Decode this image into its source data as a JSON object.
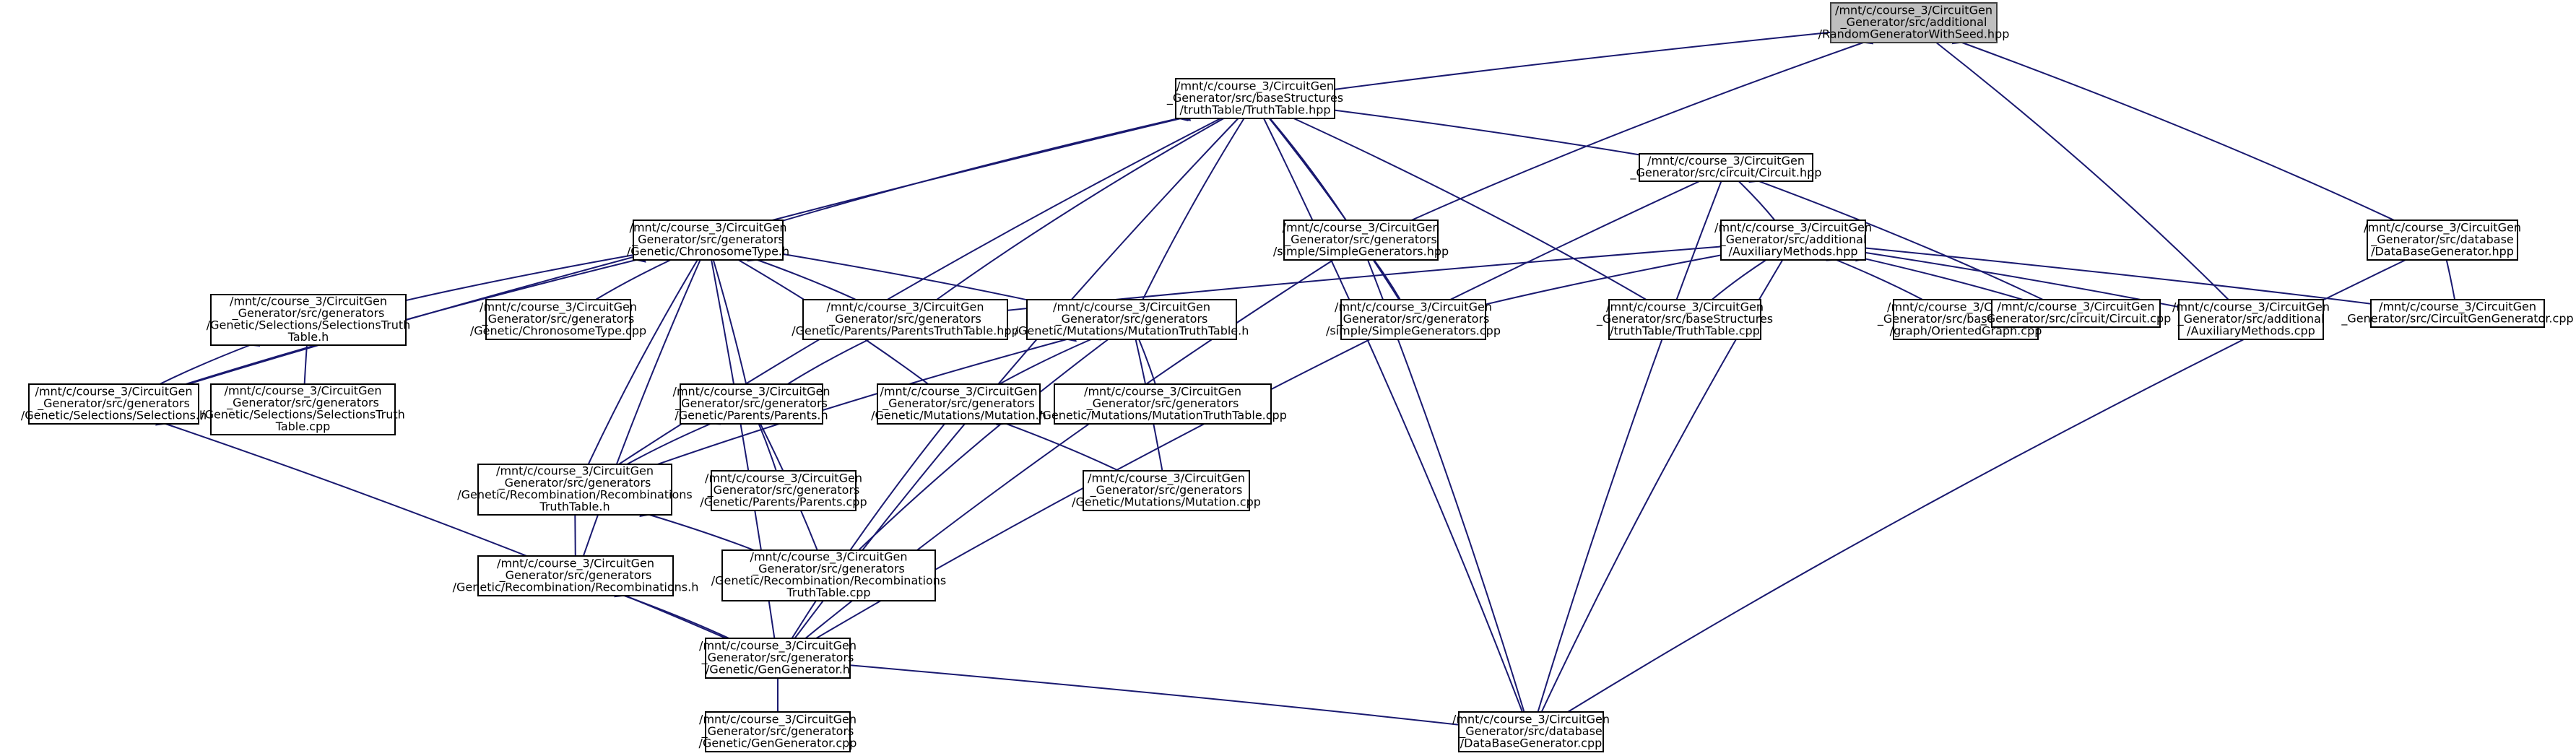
{
  "diagram": {
    "type": "include-dependency-graph",
    "colors": {
      "edge": "#191970",
      "node_border": "#000000",
      "root_fill": "#bfbfbf",
      "node_fill": "#ffffff"
    },
    "nodes": [
      {
        "id": "rgws",
        "root": true,
        "lines": [
          "/mnt/c/course_3/CircuitGen",
          "_Generator/src/additional",
          "/RandomGeneratorWithSeed.hpp"
        ]
      },
      {
        "id": "tth",
        "lines": [
          "/mnt/c/course_3/CircuitGen",
          "_Generator/src/baseStructures",
          "/truthTable/TruthTable.hpp"
        ]
      },
      {
        "id": "circ_hpp",
        "lines": [
          "/mnt/c/course_3/CircuitGen",
          "_Generator/src/circuit/Circuit.hpp"
        ]
      },
      {
        "id": "dbg_hpp",
        "lines": [
          "/mnt/c/course_3/CircuitGen",
          "_Generator/src/database",
          "/DataBaseGenerator.hpp"
        ]
      },
      {
        "id": "chrom_h",
        "lines": [
          "/mnt/c/course_3/CircuitGen",
          "_Generator/src/generators",
          "/Genetic/ChronosomeType.h"
        ]
      },
      {
        "id": "simple_hpp",
        "lines": [
          "/mnt/c/course_3/CircuitGen",
          "_Generator/src/generators",
          "/simple/SimpleGenerators.hpp"
        ]
      },
      {
        "id": "aux_hpp",
        "lines": [
          "/mnt/c/course_3/CircuitGen",
          "_Generator/src/additional",
          "/AuxiliaryMethods.hpp"
        ]
      },
      {
        "id": "cgg_cpp",
        "lines": [
          "/mnt/c/course_3/CircuitGen",
          "_Generator/src/CircuitGenGenerator.cpp"
        ]
      },
      {
        "id": "selt_h",
        "lines": [
          "/mnt/c/course_3/CircuitGen",
          "_Generator/src/generators",
          "/Genetic/Selections/SelectionsTruth",
          "Table.h"
        ]
      },
      {
        "id": "chrom_cpp",
        "lines": [
          "/mnt/c/course_3/CircuitGen",
          "_Generator/src/generators",
          "/Genetic/ChronosomeType.cpp"
        ]
      },
      {
        "id": "ptt_hpp",
        "lines": [
          "/mnt/c/course_3/CircuitGen",
          "_Generator/src/generators",
          "/Genetic/Parents/ParentsTruthTable.hpp"
        ]
      },
      {
        "id": "mtt_h",
        "lines": [
          "/mnt/c/course_3/CircuitGen",
          "_Generator/src/generators",
          "/Genetic/Mutations/MutationTruthTable.h"
        ]
      },
      {
        "id": "simple_cpp",
        "lines": [
          "/mnt/c/course_3/CircuitGen",
          "_Generator/src/generators",
          "/simple/SimpleGenerators.cpp"
        ]
      },
      {
        "id": "tt_cpp",
        "lines": [
          "/mnt/c/course_3/CircuitGen",
          "_Generator/src/baseStructures",
          "/truthTable/TruthTable.cpp"
        ]
      },
      {
        "id": "og_cpp",
        "lines": [
          "/mnt/c/course_3/CircuitGen",
          "_Generator/src/baseStructures",
          "/graph/OrientedGraph.cpp"
        ]
      },
      {
        "id": "circ_cpp",
        "lines": [
          "/mnt/c/course_3/CircuitGen",
          "_Generator/src/circuit/Circuit.cpp"
        ]
      },
      {
        "id": "aux_cpp",
        "lines": [
          "/mnt/c/course_3/CircuitGen",
          "_Generator/src/additional",
          "/AuxiliaryMethods.cpp"
        ]
      },
      {
        "id": "sel_h",
        "lines": [
          "/mnt/c/course_3/CircuitGen",
          "_Generator/src/generators",
          "/Genetic/Selections/Selections.h"
        ]
      },
      {
        "id": "seltt_cpp",
        "lines": [
          "/mnt/c/course_3/CircuitGen",
          "_Generator/src/generators",
          "/Genetic/Selections/SelectionsTruth",
          "Table.cpp"
        ]
      },
      {
        "id": "par_h",
        "lines": [
          "/mnt/c/course_3/CircuitGen",
          "_Generator/src/generators",
          "/Genetic/Parents/Parents.h"
        ]
      },
      {
        "id": "mut_h",
        "lines": [
          "/mnt/c/course_3/CircuitGen",
          "_Generator/src/generators",
          "/Genetic/Mutations/Mutation.h"
        ]
      },
      {
        "id": "mtt_cpp",
        "lines": [
          "/mnt/c/course_3/CircuitGen",
          "_Generator/src/generators",
          "/Genetic/Mutations/MutationTruthTable.cpp"
        ]
      },
      {
        "id": "rtt_h",
        "lines": [
          "/mnt/c/course_3/CircuitGen",
          "_Generator/src/generators",
          "/Genetic/Recombination/Recombinations",
          "TruthTable.h"
        ]
      },
      {
        "id": "par_cpp",
        "lines": [
          "/mnt/c/course_3/CircuitGen",
          "_Generator/src/generators",
          "/Genetic/Parents/Parents.cpp"
        ]
      },
      {
        "id": "mut_cpp",
        "lines": [
          "/mnt/c/course_3/CircuitGen",
          "_Generator/src/generators",
          "/Genetic/Mutations/Mutation.cpp"
        ]
      },
      {
        "id": "rec_h",
        "lines": [
          "/mnt/c/course_3/CircuitGen",
          "_Generator/src/generators",
          "/Genetic/Recombination/Recombinations.h"
        ]
      },
      {
        "id": "rtt_cpp",
        "lines": [
          "/mnt/c/course_3/CircuitGen",
          "_Generator/src/generators",
          "/Genetic/Recombination/Recombinations",
          "TruthTable.cpp"
        ]
      },
      {
        "id": "gg_h",
        "lines": [
          "/mnt/c/course_3/CircuitGen",
          "_Generator/src/generators",
          "/Genetic/GenGenerator.h"
        ]
      },
      {
        "id": "gg_cpp",
        "lines": [
          "/mnt/c/course_3/CircuitGen",
          "_Generator/src/generators",
          "/Genetic/GenGenerator.cpp"
        ]
      },
      {
        "id": "dbg_cpp",
        "lines": [
          "/mnt/c/course_3/CircuitGen",
          "_Generator/src/database",
          "/DataBaseGenerator.cpp"
        ]
      }
    ],
    "edges": [
      [
        "rgws",
        "tth"
      ],
      [
        "rgws",
        "simple_hpp"
      ],
      [
        "rgws",
        "aux_cpp"
      ],
      [
        "rgws",
        "dbg_hpp"
      ],
      [
        "tth",
        "circ_hpp"
      ],
      [
        "tth",
        "chrom_h"
      ],
      [
        "tth",
        "simple_hpp"
      ],
      [
        "tth",
        "ptt_hpp"
      ],
      [
        "tth",
        "mtt_h"
      ],
      [
        "tth",
        "simple_cpp"
      ],
      [
        "tth",
        "tt_cpp"
      ],
      [
        "tth",
        "sel_h"
      ],
      [
        "tth",
        "rtt_h"
      ],
      [
        "tth",
        "gg_h"
      ],
      [
        "tth",
        "dbg_cpp"
      ],
      [
        "circ_hpp",
        "aux_hpp"
      ],
      [
        "circ_hpp",
        "circ_cpp"
      ],
      [
        "circ_hpp",
        "gg_h"
      ],
      [
        "circ_hpp",
        "dbg_cpp"
      ],
      [
        "dbg_hpp",
        "cgg_cpp"
      ],
      [
        "dbg_hpp",
        "dbg_cpp"
      ],
      [
        "chrom_h",
        "selt_h"
      ],
      [
        "chrom_h",
        "chrom_cpp"
      ],
      [
        "chrom_h",
        "ptt_hpp"
      ],
      [
        "chrom_h",
        "mtt_h"
      ],
      [
        "chrom_h",
        "sel_h"
      ],
      [
        "chrom_h",
        "par_h"
      ],
      [
        "chrom_h",
        "mut_h"
      ],
      [
        "chrom_h",
        "rtt_h"
      ],
      [
        "chrom_h",
        "rec_h"
      ],
      [
        "chrom_h",
        "gg_h"
      ],
      [
        "simple_hpp",
        "simple_cpp"
      ],
      [
        "simple_hpp",
        "gg_h"
      ],
      [
        "simple_hpp",
        "dbg_cpp"
      ],
      [
        "aux_hpp",
        "ptt_hpp"
      ],
      [
        "aux_hpp",
        "simple_cpp"
      ],
      [
        "aux_hpp",
        "tt_cpp"
      ],
      [
        "aux_hpp",
        "og_cpp"
      ],
      [
        "aux_hpp",
        "circ_cpp"
      ],
      [
        "aux_hpp",
        "aux_cpp"
      ],
      [
        "aux_hpp",
        "cgg_cpp"
      ],
      [
        "aux_hpp",
        "dbg_cpp"
      ],
      [
        "selt_h",
        "sel_h"
      ],
      [
        "selt_h",
        "seltt_cpp"
      ],
      [
        "ptt_hpp",
        "par_h"
      ],
      [
        "mtt_h",
        "mut_h"
      ],
      [
        "mtt_h",
        "mtt_cpp"
      ],
      [
        "mtt_h",
        "rtt_h"
      ],
      [
        "mtt_h",
        "mut_cpp"
      ],
      [
        "mtt_h",
        "rtt_cpp"
      ],
      [
        "sel_h",
        "gg_h"
      ],
      [
        "par_h",
        "rtt_h"
      ],
      [
        "par_h",
        "par_cpp"
      ],
      [
        "par_h",
        "rtt_cpp"
      ],
      [
        "mut_h",
        "mut_cpp"
      ],
      [
        "mut_h",
        "gg_h"
      ],
      [
        "rtt_h",
        "rec_h"
      ],
      [
        "rtt_h",
        "rtt_cpp"
      ],
      [
        "rec_h",
        "gg_h"
      ],
      [
        "gg_h",
        "gg_cpp"
      ],
      [
        "gg_h",
        "dbg_cpp"
      ]
    ]
  }
}
